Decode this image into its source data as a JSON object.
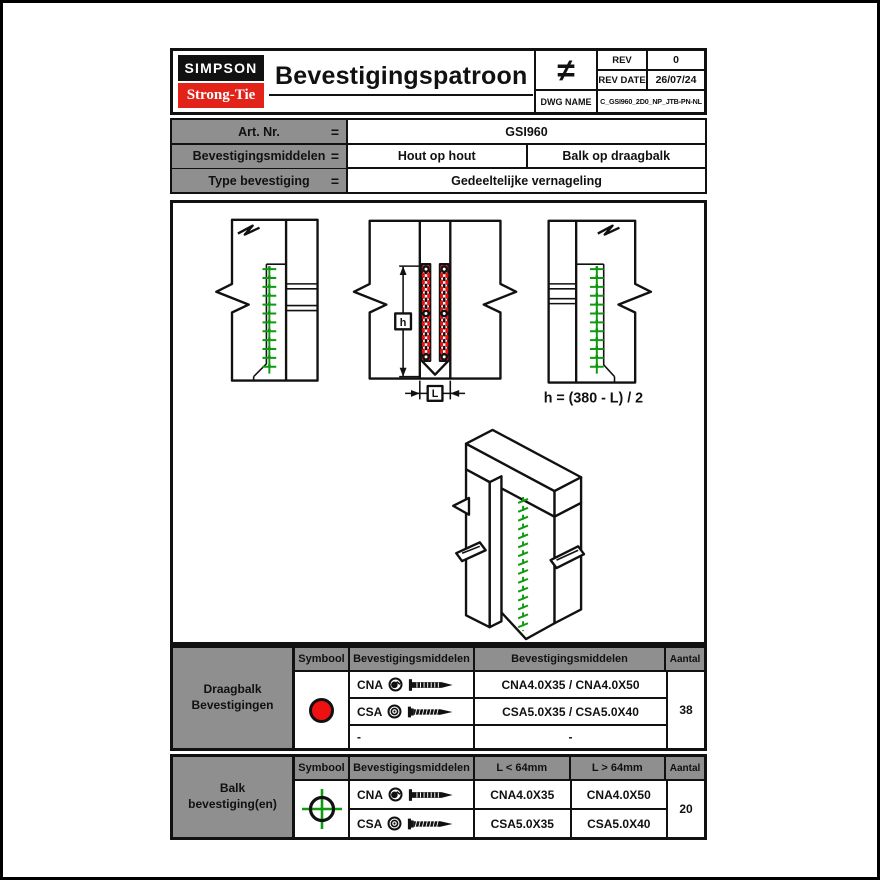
{
  "colors": {
    "brand_red": "#e2231a",
    "label_gray": "#8f8f8f",
    "symbol_red": "#ee1111",
    "fastener_green": "#0f9b0f",
    "fastener_dot_red": "#e81010",
    "line_black": "#111111"
  },
  "header": {
    "logo_line1": "SIMPSON",
    "logo_line2": "Strong-Tie",
    "title": "Bevestigingspatroon",
    "projection_symbol": "≠",
    "rev_label": "REV",
    "rev_value": "0",
    "rev_date_label": "REV DATE",
    "rev_date_value": "26/07/24",
    "dwg_name_label": "DWG NAME",
    "dwg_name_value": "C_GSI960_2D0_NP_JTB-PN-NL"
  },
  "info_rows": [
    {
      "label": "Art. Nr.",
      "eq": "=",
      "value": "GSI960"
    },
    {
      "label": "Bevestigingsmiddelen",
      "eq": "=",
      "value_left": "Hout op hout",
      "value_right": "Balk op draagbalk"
    },
    {
      "label": "Type bevestiging",
      "eq": "=",
      "value": "Gedeeltelijke vernageling"
    }
  ],
  "drawing": {
    "annotation": "h = (380 - L) / 2",
    "dim_h_label": "h",
    "dim_l_label": "L"
  },
  "table_draagbalk": {
    "label": "Draagbalk Bevestigingen",
    "headers": {
      "symbool": "Symbool",
      "middelen": "Bevestigingsmiddelen",
      "middelen2": "Bevestigingsmiddelen",
      "aantal": "Aantal"
    },
    "symbol": "red-filled-circle",
    "rows": [
      {
        "code": "CNA",
        "value": "CNA4.0X35 / CNA4.0X50"
      },
      {
        "code": "CSA",
        "value": "CSA5.0X35 / CSA5.0X40"
      },
      {
        "code": "-",
        "value": "-"
      }
    ],
    "aantal": "38"
  },
  "table_balk": {
    "label": "Balk bevestiging(en)",
    "headers": {
      "symbool": "Symbool",
      "middelen": "Bevestigingsmiddelen",
      "l_small": "L < 64mm",
      "l_large": "L > 64mm",
      "aantal": "Aantal"
    },
    "symbol": "green-crosshair-circle",
    "rows": [
      {
        "code": "CNA",
        "val_small": "CNA4.0X35",
        "val_large": "CNA4.0X50"
      },
      {
        "code": "CSA",
        "val_small": "CSA5.0X35",
        "val_large": "CSA5.0X40"
      }
    ],
    "aantal": "20"
  }
}
